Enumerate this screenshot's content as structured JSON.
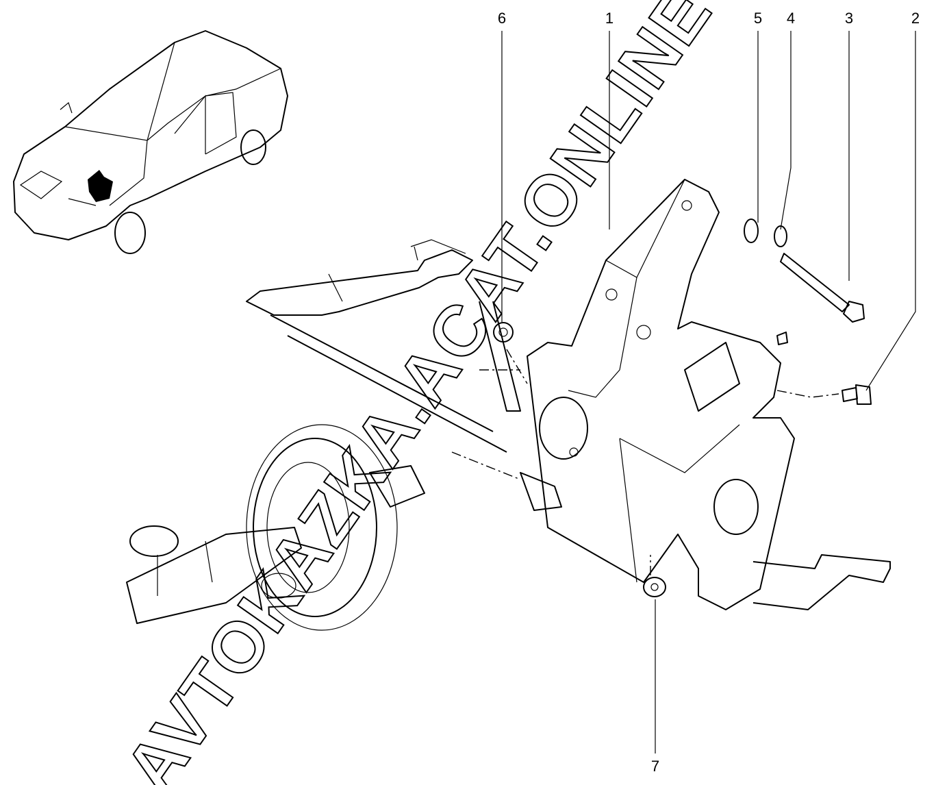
{
  "callouts": {
    "c1": "1",
    "c2": "2",
    "c3": "3",
    "c4": "4",
    "c5": "5",
    "c6": "6",
    "c7": "7"
  },
  "watermark": "AVTOKAZKA.ACAT.ONLINE"
}
